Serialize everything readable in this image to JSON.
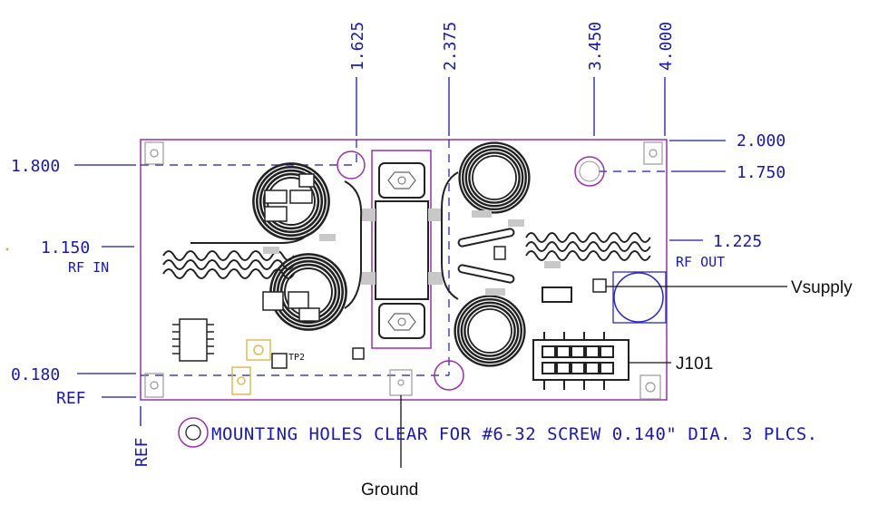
{
  "dimensions": {
    "top": [
      "1.625",
      "2.375",
      "3.450",
      "4.000"
    ],
    "left": [
      "1.800",
      "1.150",
      "0.180"
    ],
    "right": [
      "2.000",
      "1.750",
      "1.225"
    ],
    "ref_left": "REF",
    "ref_bottom": "REF"
  },
  "labels": {
    "rf_in": "RF IN",
    "rf_out": "RF OUT",
    "tp2": "TP2"
  },
  "callouts": {
    "vsupply": "Vsupply",
    "j101": "J101",
    "ground": "Ground"
  },
  "note": "MOUNTING HOLES CLEAR FOR #6-32 SCREW 0.140\" DIA. 3 PLCS.",
  "colors": {
    "board_outline": "#9b2fae",
    "dimension": "#1a1aa6",
    "trace": "#222222",
    "pad": "#c8c8c8",
    "tp_yellow": "#d9b23a"
  }
}
